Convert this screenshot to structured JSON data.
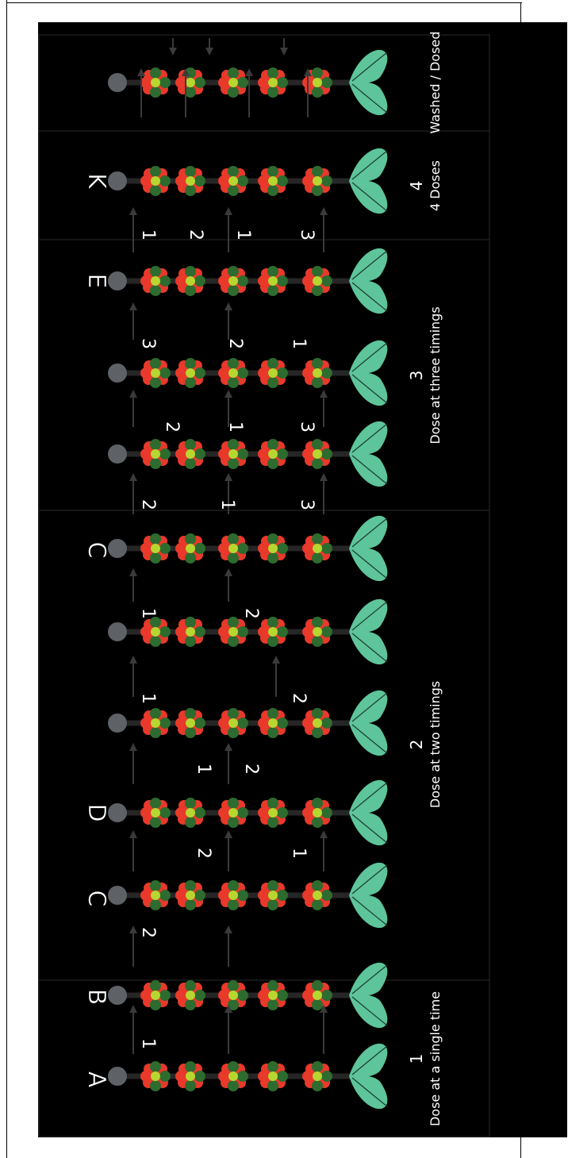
{
  "colors": {
    "background": "#000000",
    "frame": "#ffffff",
    "petal": "#e8392b",
    "petal_dark": "#2e6b2e",
    "center": "#b7d630",
    "leaf": "#5ec49a",
    "stem": "#262626",
    "arrow": "#3a3a3a",
    "bud": "#5e6266",
    "divider": "#2a2a2a",
    "text": "#ffffff"
  },
  "diagram": {
    "groups": [
      {
        "caption_number": "1",
        "caption_text": "Dose at a single time"
      },
      {
        "caption_number": "2",
        "caption_text": "Dose at two timings"
      },
      {
        "caption_number": "3",
        "caption_text": "Dose at three timings"
      },
      {
        "caption_number": "4",
        "caption_text": "4 Doses"
      },
      {
        "caption_number": "",
        "caption_text": "Washed / Dosed"
      }
    ],
    "letters": [
      {
        "text": "A"
      },
      {
        "text": "B"
      },
      {
        "text": "C"
      },
      {
        "text": "D"
      },
      {
        "text": "C"
      },
      {
        "text": "E"
      },
      {
        "text": "K"
      }
    ],
    "numerals": [
      {
        "text": "1"
      },
      {
        "text": "2"
      },
      {
        "text": "2"
      },
      {
        "text": "1"
      },
      {
        "text": "2"
      },
      {
        "text": "1"
      },
      {
        "text": "1"
      },
      {
        "text": "2"
      },
      {
        "text": "1"
      },
      {
        "text": "2"
      },
      {
        "text": "2"
      },
      {
        "text": "1"
      },
      {
        "text": "3"
      },
      {
        "text": "2"
      },
      {
        "text": "1"
      },
      {
        "text": "3"
      },
      {
        "text": "3"
      },
      {
        "text": "2"
      },
      {
        "text": "1"
      },
      {
        "text": "1"
      },
      {
        "text": "2"
      },
      {
        "text": "1"
      },
      {
        "text": "3"
      }
    ]
  }
}
